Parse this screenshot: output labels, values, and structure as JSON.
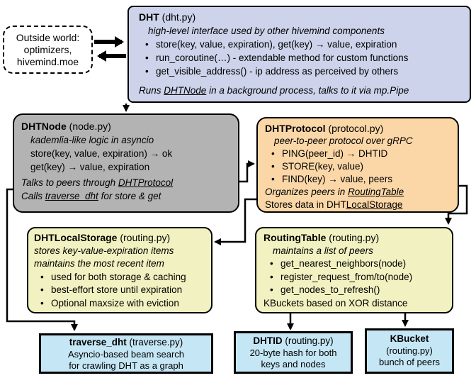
{
  "colors": {
    "dht_box_bg": "#ccd3ea",
    "dhtnode_box_bg": "#b3b3b3",
    "dhtprotocol_box_bg": "#fbd7a7",
    "storage_routing_bg": "#f1f1c1",
    "bottom_boxes_bg": "#c5e6f5",
    "border": "#000000",
    "background": "#ffffff"
  },
  "outside_world": {
    "lines": [
      "Outside world:",
      "optimizers,",
      "hivemind.moe"
    ]
  },
  "dht": {
    "title_bold": "DHT",
    "title_rest": " (dht.py)",
    "subtitle": "high-level interface used by other hivemind components",
    "bullets": [
      "store(key, value, expiration), get(key) → value, expiration",
      "run_coroutine(…) - extendable method for custom functions",
      "get_visible_address() - ip address as perceived by others"
    ],
    "footer_pre": "Runs ",
    "footer_link": "DHTNode",
    "footer_post": " in a background process, talks to it via mp.Pipe"
  },
  "dht_node": {
    "title_bold": "DHTNode",
    "title_rest": " (node.py)",
    "subtitle": "kademlia-like logic in asyncio",
    "lines": [
      "store(key, value, expiration) → ok",
      "get(key) → value, expiration"
    ],
    "footer1_pre": "Talks to peers through ",
    "footer1_link": "DHTProtocol",
    "footer2_pre": "Calls ",
    "footer2_link": "traverse_dht",
    "footer2_post": " for store & get"
  },
  "dht_protocol": {
    "title_bold": "DHTProtocol",
    "title_rest": " (protocol.py)",
    "subtitle": "peer-to-peer protocol over gRPC",
    "bullets": [
      "PING(peer_id) → DHTID",
      "STORE(key, value)",
      "FIND(key) → value, peers"
    ],
    "footer1_pre": "Organizes peers in ",
    "footer1_link": "RoutingTable",
    "footer2_pre": "Stores data in DHT",
    "footer2_link": "LocalStorage"
  },
  "local_storage": {
    "title_bold": "DHTLocalStorage",
    "title_rest": " (routing.py)",
    "subtitle1": "stores key-value-expiration items",
    "subtitle2": "maintains the most recent item",
    "bullets": [
      "used for both storage & caching",
      "best-effort store until expiration",
      "Optional maxsize with eviction"
    ]
  },
  "routing_table": {
    "title_bold": "RoutingTable",
    "title_rest": " (routing.py)",
    "subtitle": "maintains a list of peers",
    "bullets": [
      "get_nearest_neighbors(node)",
      "register_request_from/to(node)",
      "get_nodes_to_refresh()"
    ],
    "footer": "KBuckets based on XOR distance"
  },
  "traverse_dht": {
    "title_bold": "traverse_dht",
    "title_rest": " (traverse.py)",
    "lines": [
      "Asyncio-based beam search",
      "for crawling DHT as a graph"
    ]
  },
  "dhtid": {
    "title_bold": "DHTID",
    "title_rest": " (routing.py)",
    "lines": [
      "20-byte hash for both",
      "keys and nodes"
    ]
  },
  "kbucket": {
    "title_bold": "KBucket",
    "subtitle": "(routing.py)",
    "line": "bunch of peers"
  }
}
